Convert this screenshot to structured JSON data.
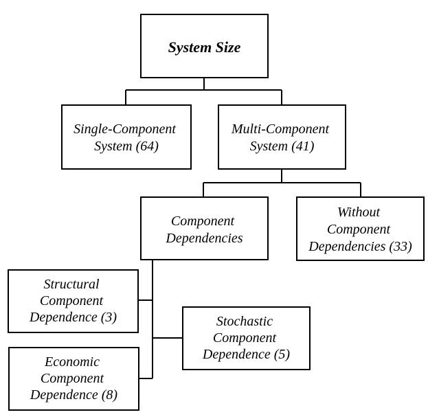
{
  "diagram": {
    "root": {
      "lines": [
        "System Size"
      ]
    },
    "single_component": {
      "lines": [
        "Single-Component",
        "System (64)"
      ]
    },
    "multi_component": {
      "lines": [
        "Multi-Component",
        "System (41)"
      ]
    },
    "component_dependencies": {
      "lines": [
        "Component",
        "Dependencies"
      ]
    },
    "without_dependencies": {
      "lines": [
        "Without",
        "Component",
        "Dependencies (33)"
      ]
    },
    "structural": {
      "lines": [
        "Structural",
        "Component",
        "Dependence (3)"
      ]
    },
    "stochastic": {
      "lines": [
        "Stochastic",
        "Component",
        "Dependence (5)"
      ]
    },
    "economic": {
      "lines": [
        "Economic",
        "Component",
        "Dependence (8)"
      ]
    }
  },
  "colors": {
    "line": "#000000",
    "box_fill": "#ffffff",
    "text": "#000000"
  }
}
